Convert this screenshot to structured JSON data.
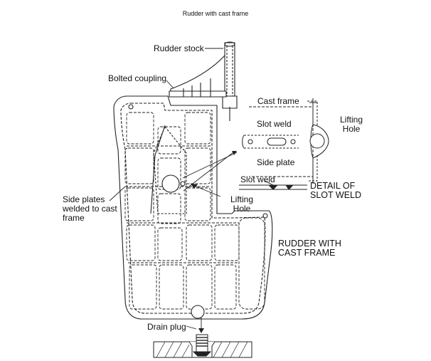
{
  "title": "Rudder with cast frame",
  "labels": {
    "rudder_stock": "Rudder stock",
    "bolted_coupling": "Bolted coupling",
    "side_plates": "Side plates\nwelded to cast\nframe",
    "lifting_hole_main": "Lifting\nHole",
    "drain_plug": "Drain plug",
    "cast_frame": "Cast frame",
    "slot_weld_upper": "Slot weld",
    "side_plate": "Side plate",
    "slot_weld_lower": "Slot weld",
    "lifting_hole_detail": "Lifting\nHole",
    "detail_caption": "DETAIL OF\nSLOT WELD",
    "figure_caption": "RUDDER WITH\nCAST FRAME"
  }
}
